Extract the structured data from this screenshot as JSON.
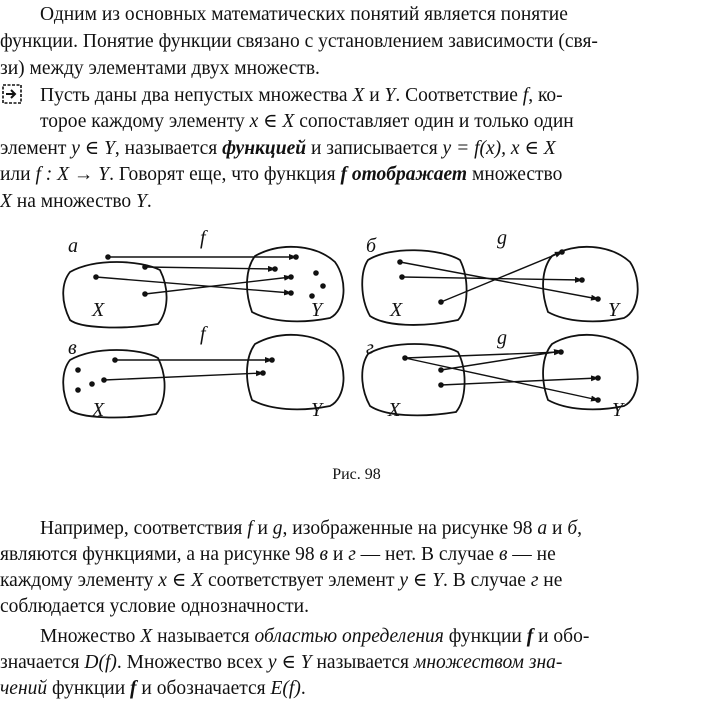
{
  "intro": {
    "l1": "Одним из основных математических понятий является понятие",
    "l2": "функции. Понятие функции связано с установлением зависимости (свя-",
    "l3": "зи) между элементами двух множеств."
  },
  "definition": {
    "l1_a": "Пусть даны два непустых множества ",
    "l1_X": "X",
    "l1_b": " и ",
    "l1_Y": "Y",
    "l1_c": ". Соответствие ",
    "l1_f": "f",
    "l1_d": ", ко-",
    "l2_a": "торое каждому элементу ",
    "l2_m": "x ∈ X",
    "l2_b": " сопоставляет один и только один",
    "l3_a": "элемент ",
    "l3_m": "y ∈ Y",
    "l3_b": ", называется ",
    "l3_term": "функцией",
    "l3_c": " и записывается ",
    "l3_m2": "y = f(x), x ∈ X",
    "l4_a": "или ",
    "l4_m": "f : X → Y",
    "l4_b": ". Говорят еще, что функция ",
    "l4_f": "f",
    "l4_term": " отображает",
    "l4_c": " множество",
    "l5_X": "X",
    "l5_a": " на множество ",
    "l5_Y": "Y",
    "l5_b": "."
  },
  "figure": {
    "caption": "Рис. 98",
    "panels": [
      {
        "letter": "а",
        "func": "f",
        "set_x": "X",
        "set_y": "Y"
      },
      {
        "letter": "б",
        "func": "g",
        "set_x": "X",
        "set_y": "Y"
      },
      {
        "letter": "в",
        "func": "f",
        "set_x": "X",
        "set_y": "Y"
      },
      {
        "letter": "г",
        "func": "g",
        "set_x": "X",
        "set_y": "Y"
      }
    ]
  },
  "example": {
    "l1_a": "Например, соответствия ",
    "l1_f": "f",
    "l1_b": " и ",
    "l1_g": "g",
    "l1_c": ", изображенные на рисунке 98 ",
    "l1_r1": "а",
    "l1_d": " и ",
    "l1_r2": "б",
    "l1_e": ",",
    "l2_a": "являются функциями, а на рисунке 98 ",
    "l2_r1": "в",
    "l2_b": " и ",
    "l2_r2": "г",
    "l2_c": " — нет. В случае ",
    "l2_r3": "в",
    "l2_d": " — не",
    "l3_a": "каждому элементу ",
    "l3_m": "x ∈ X",
    "l3_b": " соответствует элемент ",
    "l3_m2": "y ∈ Y",
    "l3_c": ". В случае ",
    "l3_r": "г",
    "l3_d": " не",
    "l4": "соблюдается условие однозначности."
  },
  "domain_par": {
    "l1_a": "Множество ",
    "l1_X": "X",
    "l1_b": " называется ",
    "l1_term": "областью определения",
    "l1_c": " функции ",
    "l1_f": "f",
    "l1_d": " и обо-",
    "l2_a": "значается ",
    "l2_m": "D(f)",
    "l2_b": ". Множество всех ",
    "l2_m2": "y ∈ Y",
    "l2_c": " называется ",
    "l2_term": "множеством зна-",
    "l3_term": "чений",
    "l3_a": " функции ",
    "l3_f": "f",
    "l3_b": " и обозначается ",
    "l3_m": "E(f)",
    "l3_c": "."
  }
}
